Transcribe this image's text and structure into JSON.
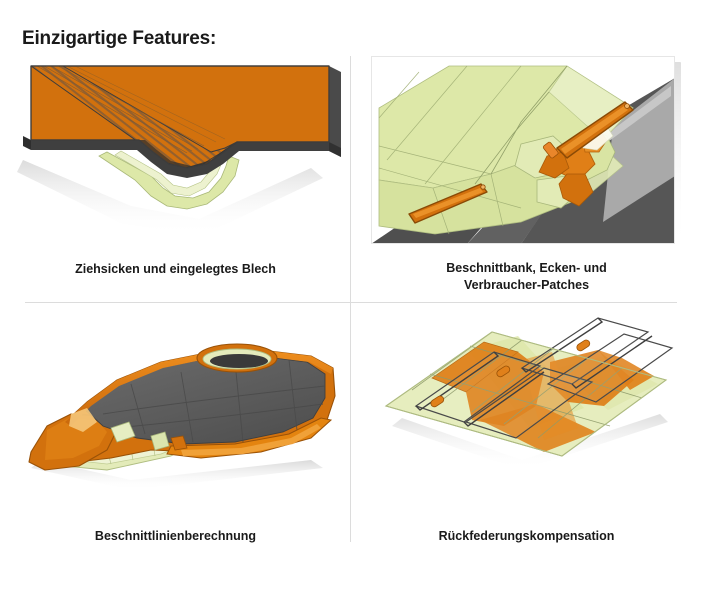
{
  "page": {
    "title": "Einzigartige Features:",
    "background_color": "#ffffff",
    "divider_color": "#dcdcdc"
  },
  "palette": {
    "orange": "#D2710D",
    "orange_light": "#E98A1F",
    "orange_dark": "#B85F08",
    "pale_green": "#DDE8A8",
    "pale_green_light": "#E8EFC4",
    "pale_green_dark": "#C5D389",
    "dark_gray": "#565656",
    "mid_gray": "#9A9A9A",
    "light_gray": "#C8C8C8",
    "outline": "#3C3C3C",
    "text": "#1a1a1a"
  },
  "features": [
    {
      "id": "ziehsicken",
      "caption_lines": [
        "Ziehsicken und eingelegtes Blech"
      ],
      "figure_name": "drawbead-and-inlaid-sheet-render"
    },
    {
      "id": "beschnittbank",
      "caption_lines": [
        "Beschnittbank, Ecken- und",
        "Verbraucher-Patches"
      ],
      "figure_name": "trim-bench-corner-patches-render"
    },
    {
      "id": "beschnittlinien",
      "caption_lines": [
        "Beschnittlinienberechnung"
      ],
      "figure_name": "trim-line-calculation-render"
    },
    {
      "id": "rueckfederung",
      "caption_lines": [
        "Rückfederungskompensation"
      ],
      "figure_name": "springback-compensation-render"
    }
  ]
}
